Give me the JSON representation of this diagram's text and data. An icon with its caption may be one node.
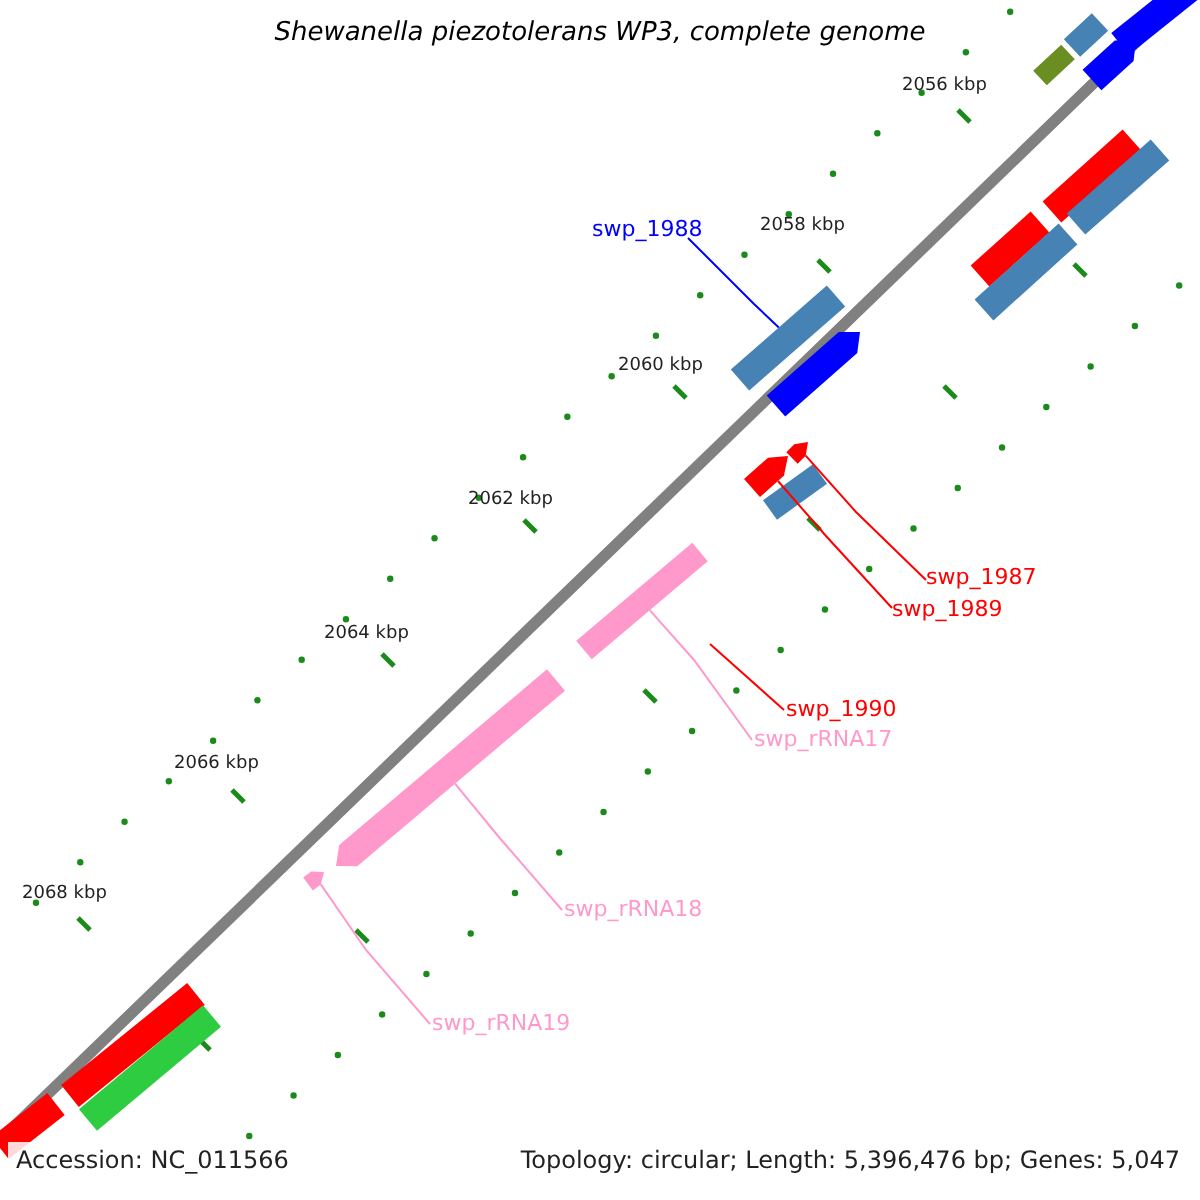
{
  "diagram": {
    "title": "Shewanella piezotolerans WP3, complete genome",
    "nodes": [
      {
        "text": [
          "swp_1988"
        ]
      },
      {
        "text": [
          "swp_1987"
        ]
      },
      {
        "text": [
          "swp_1989"
        ]
      },
      {
        "text": [
          "swp_1990"
        ]
      },
      {
        "text": [
          "swp_rRNA17"
        ]
      },
      {
        "text": [
          "swp_rRNA18"
        ]
      },
      {
        "text": [
          "swp_rRNA19"
        ]
      },
      {
        "text": [],
        "shape": "bar"
      },
      {
        "text": [],
        "shape": "bar"
      },
      {
        "text": [],
        "shape": "bar"
      },
      {
        "text": [],
        "shape": "bar"
      },
      {
        "text": [],
        "shape": "bar"
      },
      {
        "text": [],
        "shape": "bar"
      },
      {
        "text": [],
        "shape": "bar"
      },
      {
        "text": [],
        "shape": "bar"
      },
      {
        "text": [],
        "shape": "bar"
      },
      {
        "text": [],
        "shape": "bar"
      },
      {
        "text": [],
        "shape": "bar"
      },
      {
        "text": [],
        "shape": "bar"
      },
      {
        "text": [],
        "shape": "bar"
      },
      {
        "text": [],
        "shape": "bar"
      },
      {
        "text": [],
        "shape": "bar"
      },
      {
        "text": [],
        "shape": "bar"
      },
      {
        "text": [],
        "shape": "bar"
      },
      {
        "text": [],
        "shape": "bar"
      },
      {
        "text": [],
        "shape": "bar"
      }
    ],
    "edges": [
      {
        "from": 0,
        "to": 7,
        "arrow": "none",
        "color": "#0000ff"
      },
      {
        "from": 1,
        "to": 8,
        "arrow": "none",
        "color": "#ff0000"
      },
      {
        "from": 2,
        "to": 9,
        "arrow": "none",
        "color": "#ff0000"
      },
      {
        "from": 3,
        "to": null,
        "arrow": "none",
        "color": "#ff0000"
      },
      {
        "from": 4,
        "to": 10,
        "arrow": "none",
        "color": "#ff99cc"
      },
      {
        "from": 5,
        "to": 11,
        "arrow": "none",
        "color": "#ff99cc"
      },
      {
        "from": 6,
        "to": 12,
        "arrow": "none",
        "color": "#ff99cc"
      }
    ],
    "labels": [
      "2056 kbp",
      "2058 kbp",
      "2060 kbp",
      "2062 kbp",
      "2064 kbp",
      "2066 kbp",
      "2068 kbp",
      "Accession: NC_011566",
      "Topology: circular; Length: 5,396,476 bp; Genes: 5,047"
    ]
  }
}
